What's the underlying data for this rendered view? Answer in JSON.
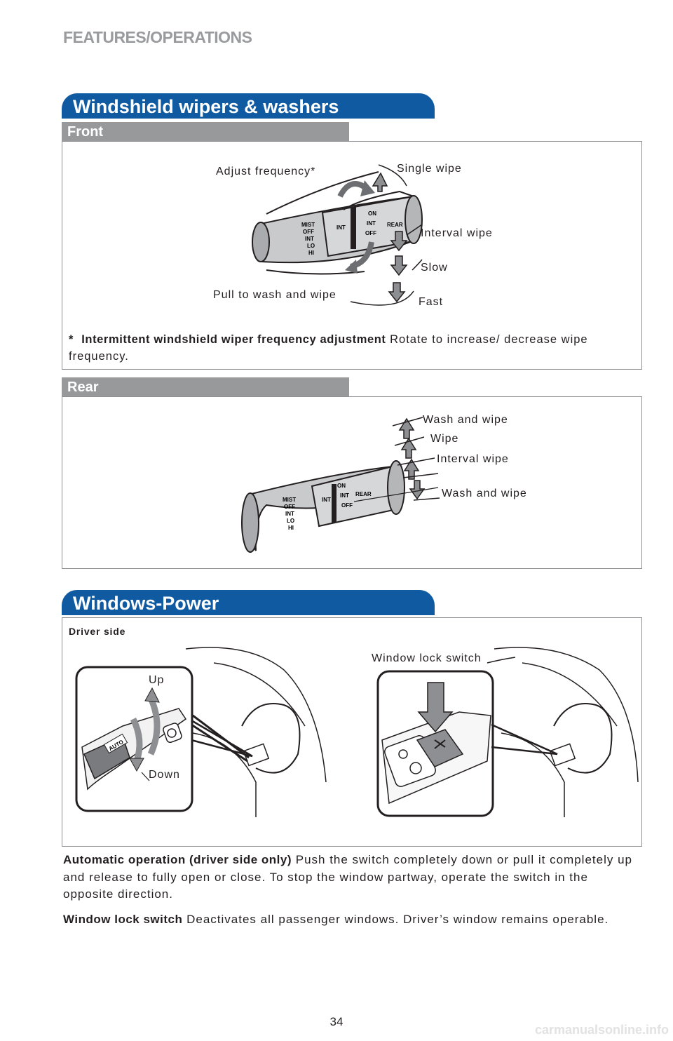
{
  "header": {
    "section": "FEATURES/OPERATIONS"
  },
  "wipers": {
    "title": "Windshield wipers & washers",
    "front": {
      "heading": "Front",
      "labels": {
        "adjust": "Adjust frequency*",
        "single": "Single wipe",
        "interval": "Interval wipe",
        "slow": "Slow",
        "pull": "Pull to wash and wipe",
        "fast": "Fast"
      },
      "footnote_star": "*",
      "footnote_bold": "Intermittent windshield wiper frequency adjustment",
      "footnote_text": "Rotate to increase/ decrease wipe frequency."
    },
    "rear": {
      "heading": "Rear",
      "labels": {
        "wash_top": "Wash and wipe",
        "wipe": "Wipe",
        "interval": "Interval wipe",
        "wash_bottom": "Wash and wipe"
      }
    },
    "stalk_marks": {
      "mist": "MIST",
      "off": "OFF",
      "int": "INT",
      "lo": "LO",
      "hi": "HI",
      "int2": "INT",
      "on": "ON",
      "int3": "INT",
      "off2": "OFF",
      "rear": "REAR"
    }
  },
  "windows": {
    "title": "Windows-Power",
    "driver_side": "Driver side",
    "labels": {
      "up": "Up",
      "down": "Down",
      "lock": "Window lock switch",
      "auto": "AUTO"
    },
    "auto_bold": "Automatic operation (driver side only)",
    "auto_text": "Push the switch completely down or pull it completely up and release to fully open or close. To stop the window partway, operate the switch in the opposite direction.",
    "lock_bold": "Window lock switch",
    "lock_text": "Deactivates all passenger windows. Driver’s window remains operable."
  },
  "footer": {
    "page": "34",
    "watermark": "carmanualsonline.info"
  }
}
